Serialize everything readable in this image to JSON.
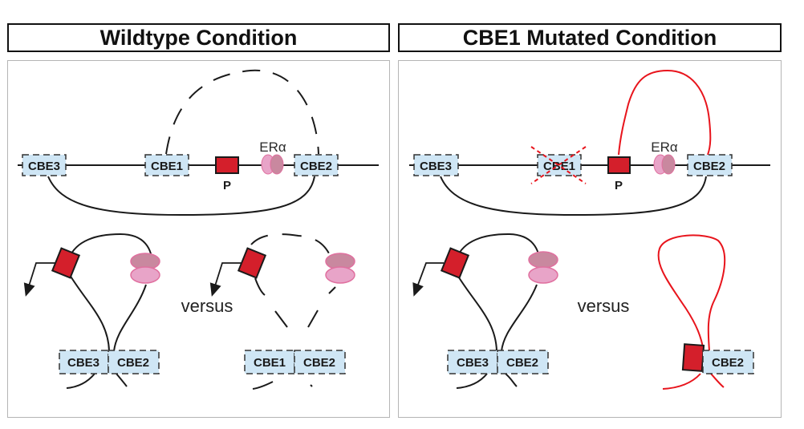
{
  "panels": {
    "wildtype": {
      "title": "Wildtype Condition",
      "top": {
        "cbe3": "CBE3",
        "cbe1": "CBE1",
        "cbe2": "CBE2",
        "promoter": "P",
        "er": "ERα"
      },
      "bottom": {
        "left_cbe_a": "CBE3",
        "left_cbe_b": "CBE2",
        "versus": "versus",
        "right_cbe_a": "CBE1",
        "right_cbe_b": "CBE2"
      }
    },
    "mutated": {
      "title": "CBE1 Mutated Condition",
      "top": {
        "cbe3": "CBE3",
        "cbe1": "CBE1",
        "cbe2": "CBE2",
        "promoter": "P",
        "er": "ERα"
      },
      "bottom": {
        "left_cbe_a": "CBE3",
        "left_cbe_b": "CBE2",
        "versus": "versus",
        "right_cbe": "CBE2"
      }
    }
  },
  "colors": {
    "cbe_fill": "#cfe6f5",
    "promoter_fill": "#d41f2b",
    "er_fill": "#e8a4c8",
    "er_dark": "#c9889f",
    "mutant_loop": "#e8141c",
    "dna": "#1a1a1a"
  }
}
